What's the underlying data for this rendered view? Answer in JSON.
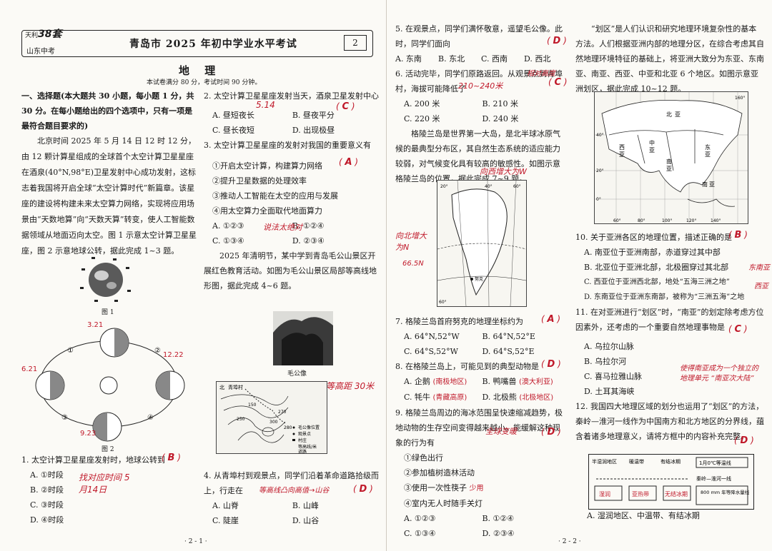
{
  "header": {
    "logo_top": "天利",
    "logo_num": "38套",
    "logo_sub": "山东中考",
    "title": "青岛市 2025 年初中学业水平考试",
    "booklet_no": "2"
  },
  "subject": "地 理",
  "note": "本试卷满分 80 分，考试时间 90 分钟。",
  "section1": {
    "title": "一、选择题(本大题共 30 小题，每小题 1 分，共 30 分。在每小题给出的四个选项中，只有一项是最符合题目要求的)",
    "intro": "北京时间 2025 年 5 月 14 日 12 时 12 分，由 12 颗计算星组成的全球首个太空计算卫星星座在酒泉(40°N,98°E)卫星发射中心成功发射，这标志着我国将开启全球“太空计算时代”新篇章。该星座的建设将构建未来太空算力网络，实现将应用场景由“天数地算”向“天数天算”转变，使人工智能数据领域从地面迈向太空。图 1 示意太空计算卫星星座，图 2 示意地球公转，据此完成 1~3 题。",
    "fig1": "图 1",
    "fig2": "图 2",
    "fig2_dates": [
      "3.21",
      "6.21",
      "12.22",
      "9.23"
    ],
    "fig2_points": [
      "①",
      "②",
      "③",
      "④"
    ]
  },
  "q1": {
    "stem": "1. 太空计算卫星星座发射时，地球公转到",
    "answer": "B",
    "options": [
      "A. ①时段",
      "B. ②时段",
      "C. ③时段",
      "D. ④时段"
    ],
    "note": "找对应时间 5月14日"
  },
  "q2": {
    "stem": "2. 太空计算卫星星座发射当天，酒泉卫星发射中心",
    "answer": "C",
    "note": "5.14",
    "options": [
      "A. 昼短夜长",
      "B. 昼夜平分",
      "C. 昼长夜短",
      "D. 出现极昼"
    ]
  },
  "q3": {
    "stem": "3. 太空计算卫星星座的发射对我国的重要意义有",
    "answer": "A",
    "items": [
      "①开启太空计算，构建算力网络",
      "②提升卫星数据的处理效率",
      "③推动人工智能在太空的应用与发展",
      "④用太空算力全面取代地面算力"
    ],
    "options": [
      "A. ①②③",
      "B. ①②④",
      "C. ①③④",
      "D. ②③④"
    ],
    "note": "说法太绝对"
  },
  "passage2": "2025 年清明节，某中学到青岛毛公山景区开展红色教育活动。如图为毛公山景区局部等高线地形图，据此完成 4~6 题。",
  "photo_caption": "毛公像",
  "contour_map": {
    "legend": [
      "毛公像位置",
      "观景点",
      "村庄",
      "等高线/米",
      "道路"
    ],
    "labels": [
      "北",
      "青埠村",
      "150",
      "250",
      "300",
      "270",
      "280"
    ],
    "note": "等高距 30米"
  },
  "q4": {
    "stem": "4. 从青埠村到观景点，同学们沿着革命道路拾级而上，行走在",
    "answer": "D",
    "note": "等高线凸向高值→山谷",
    "options": [
      "A. 山脊",
      "B. 山峰",
      "C. 陡崖",
      "D. 山谷"
    ]
  },
  "q5": {
    "stem": "5. 在观景点，同学们满怀敬意，遥望毛公像。此时，同学们面向",
    "answer": "D",
    "options": [
      "A. 东南",
      "B. 东北",
      "C. 西南",
      "D. 西北"
    ]
  },
  "q6": {
    "stem": "6. 活动完毕，同学们原路返回。从观景点到青埠村，海拔可能降低了",
    "answer": "C",
    "note": "210~240米",
    "note2": "相对高度",
    "options": [
      "A. 200 米",
      "B. 210 米",
      "C. 220 米",
      "D. 240 米"
    ]
  },
  "passage3": "格陵兰岛是世界第一大岛，是北半球冰原气候的最典型分布区，其自然生态系统的适应能力较弱，对气候变化具有较高的敏感性。如图示意格陵兰岛的位置，据此完成 7~9 题。",
  "greenland_map": {
    "labels": [
      "努克",
      "60°",
      "60°",
      "40°",
      "20°"
    ],
    "note_top": "向西增大为W",
    "note_left": "向北增大为N",
    "lat_note": "66.5N"
  },
  "q7": {
    "stem": "7. 格陵兰岛首府努克的地理坐标约为",
    "answer": "A",
    "options": [
      "A. 64°N,52°W",
      "B. 64°N,52°E",
      "C. 64°S,52°W",
      "D. 64°S,52°E"
    ]
  },
  "q8": {
    "stem": "8. 在格陵兰岛上，可能见到的典型动物是",
    "answer": "D",
    "options": [
      "A. 企鹅",
      "B. 鸭嘴兽",
      "C. 牦牛",
      "D. 北极熊"
    ],
    "notes": [
      "(南极地区)",
      "(澳大利亚)",
      "(青藏高原)",
      "(北极地区)"
    ]
  },
  "q9": {
    "stem": "9. 格陵兰岛周边的海冰范围呈快速缩减趋势，极地动物的生存空间变得越来越小。能缓解这种现象的行为有",
    "answer": "D",
    "note": "全球变暖",
    "items": [
      "①绿色出行",
      "②参加植树造林活动",
      "③使用一次性筷子",
      "④室内无人时随手关灯"
    ],
    "item_note": "少用",
    "options": [
      "A. ①②③",
      "B. ①②④",
      "C. ①③④",
      "D. ②③④"
    ]
  },
  "passage4": "“划区”是人们认识和研究地理环境复杂性的基本方法。人们根据亚洲内部的地理分区，在综合考虑其自然地理环境特征的基础上，将亚洲大致分为东亚、东南亚、南亚、西亚、中亚和北亚 6 个地区。如图示意亚洲划区，据此完成 10~12 题。",
  "asia_map": {
    "labels": [
      "北",
      "亚",
      "中",
      "亚",
      "西",
      "亚",
      "南",
      "亚",
      "东",
      "南",
      "亚",
      "亚"
    ],
    "lat": [
      "40°",
      "20°",
      "0°"
    ],
    "lon": [
      "60°",
      "80°",
      "100°",
      "120°",
      "140°",
      "160°"
    ]
  },
  "q10": {
    "stem": "10. 关于亚洲各区的地理位置，描述正确的是",
    "answer": "B",
    "options": [
      "A. 南亚位于亚洲南部，赤道穿过其中部",
      "B. 北亚位于亚洲北部，北极圈穿过其北部",
      "C. 西亚位于亚洲西北部，地处“五海三洲之地”",
      "D. 东南亚位于亚洲东南部，被称为“三洲五海”之地"
    ],
    "note1": "东南亚",
    "note2": "西亚"
  },
  "q11": {
    "stem": "11. 在对亚洲进行“划区”时，“南亚”的划定除考虑方位因素外，还考虑的一个重要自然地理事物是",
    "answer": "C",
    "options": [
      "A. 乌拉尔山脉",
      "B. 乌拉尔河",
      "C. 喜马拉雅山脉",
      "D. 土耳其海峡"
    ],
    "note": "使得南亚成为一个独立的地理单元 “南亚次大陆”"
  },
  "q12": {
    "stem": "12. 我国四大地理区域的划分也运用了“划区”的方法，秦岭—淮河一线作为中国南方和北方地区的分界线，蕴含着诸多地理意义，请将方框中的内容补充完整。",
    "answer": "D",
    "diagram": [
      "半湿润地区",
      "暖温带",
      "有结冰期",
      "1月0℃等温线",
      "秦岭—淮河一线",
      "800 mm 年等降水量线",
      "湿润",
      "亚热带",
      "无结冰期"
    ],
    "options": [
      "A. 湿润地区、中温带、有结冰期"
    ]
  },
  "pagenums": [
    "· 2 - 1 ·",
    "· 2 - 2 ·"
  ]
}
